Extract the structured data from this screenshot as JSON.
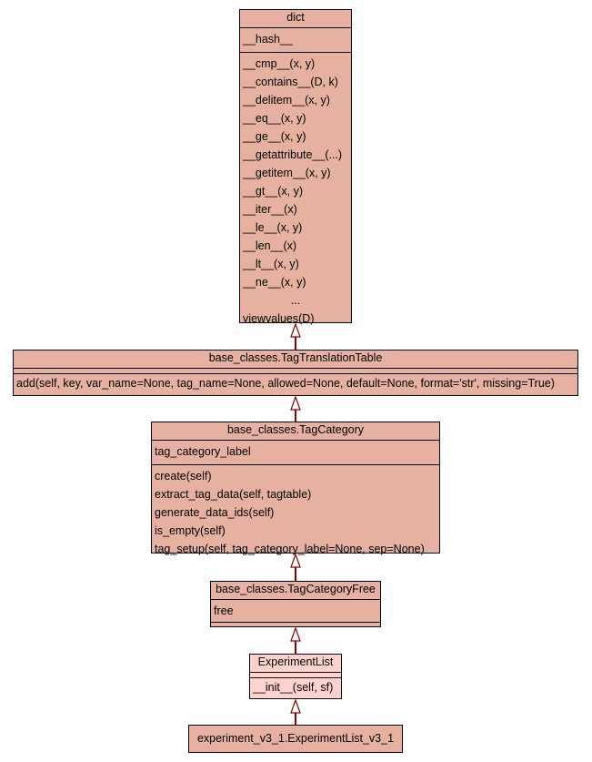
{
  "classes": [
    {
      "id": "dict",
      "name": "dict",
      "attributes": [
        "__hash__"
      ],
      "methods": [
        "__cmp__(x, y)",
        "__contains__(D, k)",
        "__delitem__(x, y)",
        "__eq__(x, y)",
        "__ge__(x, y)",
        "__getattribute__(...)",
        "__getitem__(x, y)",
        "__gt__(x, y)",
        "__iter__(x)",
        "__le__(x, y)",
        "__len__(x)",
        "__lt__(x, y)",
        "__ne__(x, y)",
        "...",
        "viewvalues(D)"
      ]
    },
    {
      "id": "tag-translation-table",
      "name": "base_classes.TagTranslationTable",
      "attributes": [],
      "methods": [
        "add(self, key, var_name=None, tag_name=None, allowed=None, default=None, format='str', missing=True)"
      ]
    },
    {
      "id": "tag-category",
      "name": "base_classes.TagCategory",
      "attributes": [
        "tag_category_label"
      ],
      "methods": [
        "create(self)",
        "extract_tag_data(self, tagtable)",
        "generate_data_ids(self)",
        "is_empty(self)",
        "tag_setup(self, tag_category_label=None, sep=None)"
      ]
    },
    {
      "id": "tag-category-free",
      "name": "base_classes.TagCategoryFree",
      "attributes": [
        "free"
      ],
      "methods": []
    },
    {
      "id": "experiment-list",
      "name": "ExperimentList",
      "attributes": [],
      "methods": [
        "__init__(self, sf)"
      ]
    },
    {
      "id": "experiment-list-v3-1",
      "name": "experiment_v3_1.ExperimentList_v3_1",
      "attributes": null,
      "methods": null
    }
  ],
  "colors": {
    "node_fill": "#e6b1a1",
    "highlight_fill": "#ffd2cd",
    "edge": "#8b0000"
  }
}
